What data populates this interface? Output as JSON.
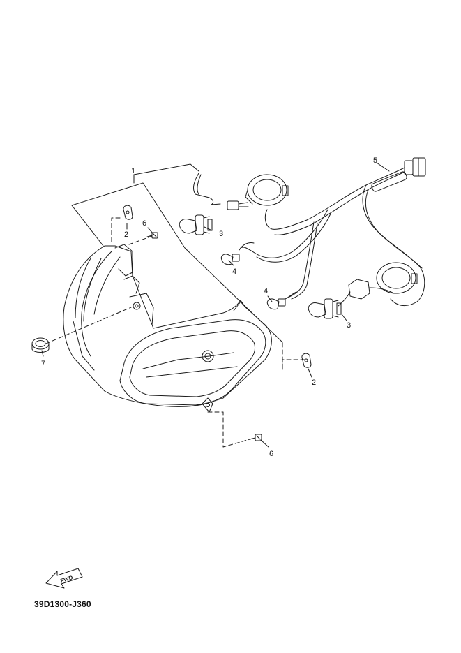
{
  "callouts": {
    "c1": "1",
    "c2a": "2",
    "c2b": "2",
    "c3a": "3",
    "c3b": "3",
    "c4a": "4",
    "c4b": "4",
    "c5": "5",
    "c6a": "6",
    "c6b": "6",
    "c7": "7"
  },
  "fwd_label": "FWD",
  "diagram_code": "39D1300-J360",
  "colors": {
    "line": "#1a1a1a",
    "background": "#ffffff"
  }
}
